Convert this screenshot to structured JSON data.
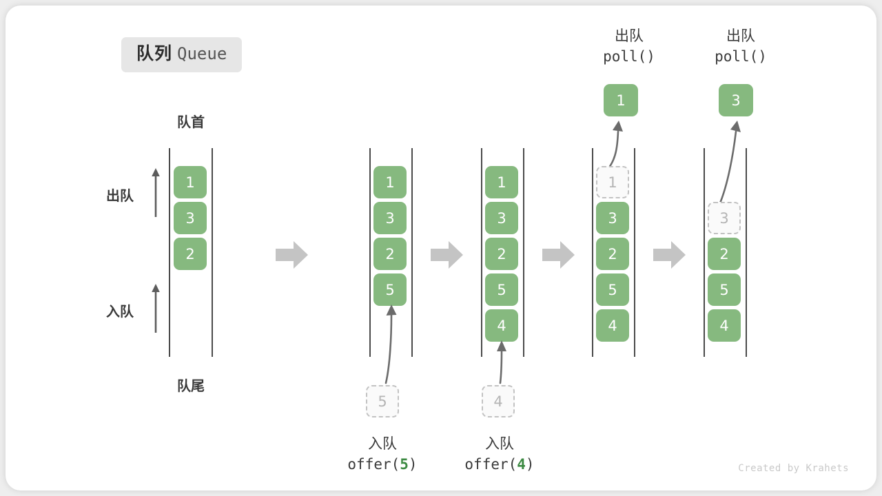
{
  "title": {
    "cn": "队列",
    "en": "Queue"
  },
  "labels": {
    "head": "队首",
    "tail": "队尾",
    "dequeue": "出队",
    "enqueue": "入队"
  },
  "credit": "Created by Krahets",
  "colors": {
    "cell_fill": "#86b97f",
    "cell_text": "#ffffff",
    "ghost_fill": "#fafafa",
    "ghost_border": "#c2c2c2",
    "ghost_text": "#b4b4b4",
    "rail": "#4a4a4a",
    "arrow": "#6b6b6b",
    "step_arrow": "#c4c4c4",
    "accent_number": "#3c8a42",
    "badge_bg": "#e6e6e6"
  },
  "stages": [
    {
      "id": "initial",
      "cells": [
        {
          "value": "1",
          "ghost": false
        },
        {
          "value": "3",
          "ghost": false
        },
        {
          "value": "2",
          "ghost": false
        }
      ],
      "op": null,
      "result": null,
      "incoming": null
    },
    {
      "id": "offer-5",
      "cells": [
        {
          "value": "1",
          "ghost": false
        },
        {
          "value": "3",
          "ghost": false
        },
        {
          "value": "2",
          "ghost": false
        },
        {
          "value": "5",
          "ghost": false
        }
      ],
      "op": {
        "cn": "入队",
        "call_prefix": "offer(",
        "call_arg": "5",
        "call_suffix": ")"
      },
      "result": null,
      "incoming": {
        "value": "5"
      }
    },
    {
      "id": "offer-4",
      "cells": [
        {
          "value": "1",
          "ghost": false
        },
        {
          "value": "3",
          "ghost": false
        },
        {
          "value": "2",
          "ghost": false
        },
        {
          "value": "5",
          "ghost": false
        },
        {
          "value": "4",
          "ghost": false
        }
      ],
      "op": {
        "cn": "入队",
        "call_prefix": "offer(",
        "call_arg": "4",
        "call_suffix": ")"
      },
      "result": null,
      "incoming": {
        "value": "4"
      }
    },
    {
      "id": "poll-1",
      "cells": [
        {
          "value": "1",
          "ghost": true
        },
        {
          "value": "3",
          "ghost": false
        },
        {
          "value": "2",
          "ghost": false
        },
        {
          "value": "5",
          "ghost": false
        },
        {
          "value": "4",
          "ghost": false
        }
      ],
      "op": {
        "cn": "出队",
        "call_prefix": "poll(",
        "call_arg": "",
        "call_suffix": ")"
      },
      "result": {
        "value": "1"
      },
      "incoming": null
    },
    {
      "id": "poll-3",
      "cells": [
        {
          "value": "",
          "ghost": null
        },
        {
          "value": "3",
          "ghost": true
        },
        {
          "value": "2",
          "ghost": false
        },
        {
          "value": "5",
          "ghost": false
        },
        {
          "value": "4",
          "ghost": false
        }
      ],
      "op": {
        "cn": "出队",
        "call_prefix": "poll(",
        "call_arg": "",
        "call_suffix": ")"
      },
      "result": {
        "value": "3"
      },
      "incoming": null
    }
  ]
}
